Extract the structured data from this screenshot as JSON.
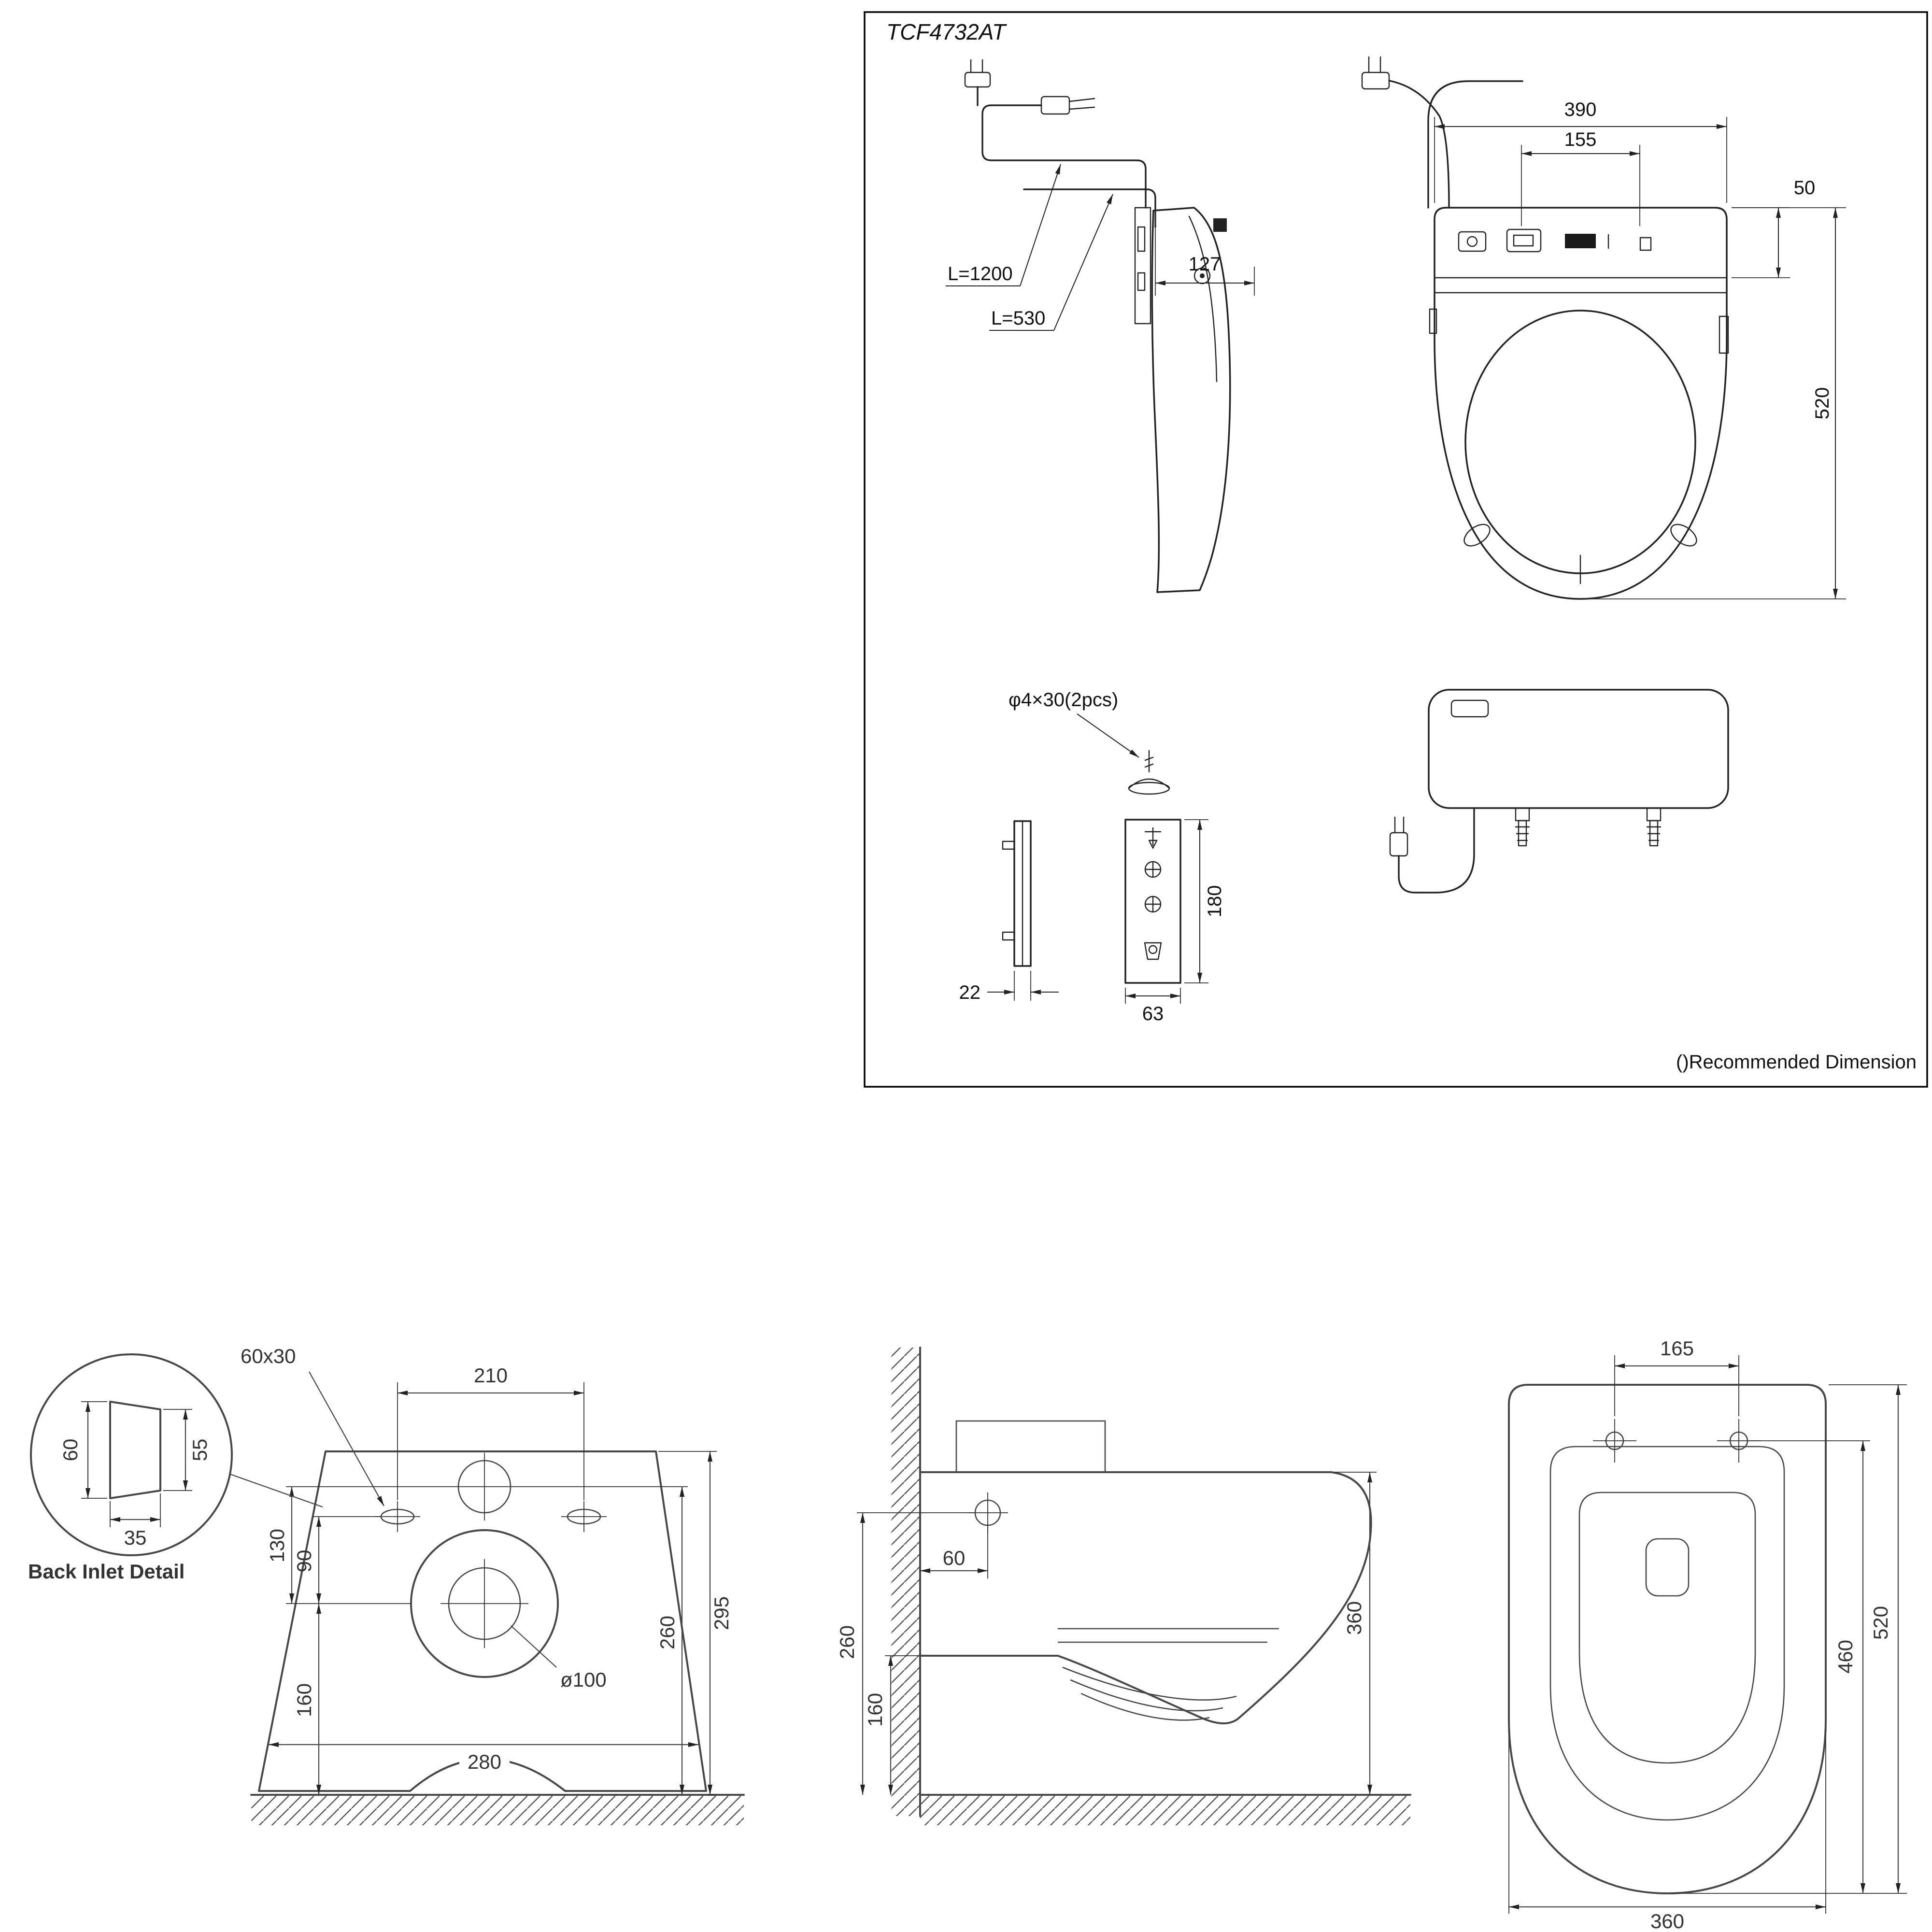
{
  "page": {
    "title": "TCF4732AT",
    "note": "()Recommended Dimension"
  },
  "washlet_side": {
    "depth": "127",
    "cord_long": "L=1200",
    "cord_short": "L=530"
  },
  "washlet_top": {
    "width": "390",
    "ctrl_width": "155",
    "deck_depth": "50",
    "length": "520"
  },
  "plates": {
    "screw": "φ4×30(2pcs)",
    "thickness": "22",
    "width": "63",
    "height": "180"
  },
  "toilet_rear": {
    "slot": "60x30",
    "bolt_span": "210",
    "d130": "130",
    "d90": "90",
    "d160": "160",
    "w280": "280",
    "d260": "260",
    "d295": "295",
    "outlet": "ø100",
    "inlet_detail": {
      "label": "Back Inlet Detail",
      "d60": "60",
      "d55": "55",
      "d35": "35"
    }
  },
  "toilet_side": {
    "d260": "260",
    "d160": "160",
    "d60": "60",
    "d360": "360"
  },
  "toilet_top": {
    "bolt_span": "165",
    "length": "520",
    "inner_length": "460",
    "width": "360"
  }
}
